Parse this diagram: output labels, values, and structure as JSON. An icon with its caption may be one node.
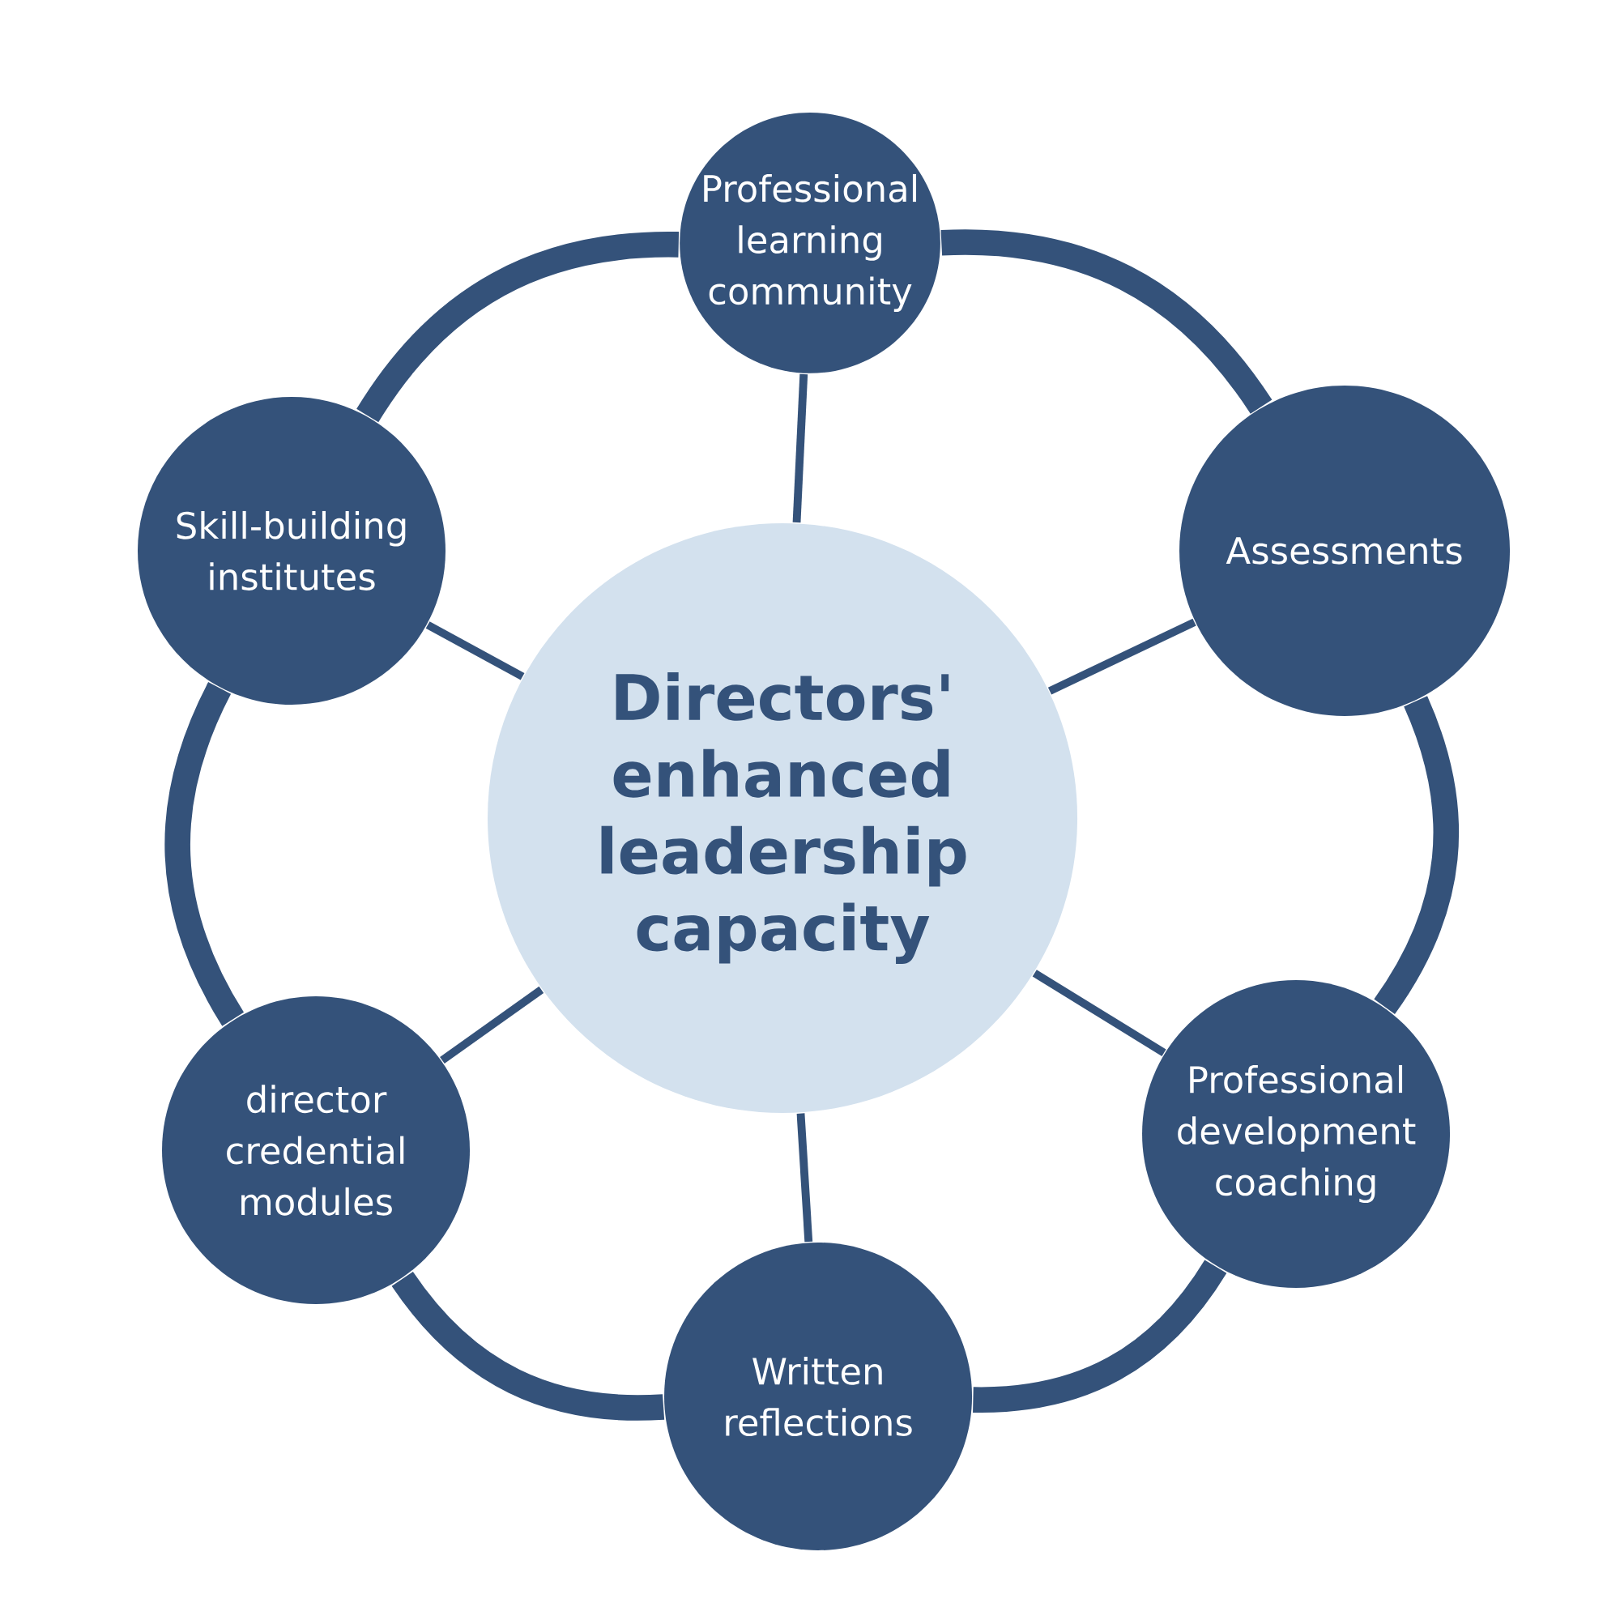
{
  "diagram": {
    "nodes": [
      {
        "text": [
          "Directors' enhanced leadership capacity"
        ]
      },
      {
        "text": [
          "Professional learning community"
        ]
      },
      {
        "text": [
          "Assessments"
        ]
      },
      {
        "text": [
          "Professional development coaching"
        ]
      },
      {
        "text": [
          "Written reflections"
        ]
      },
      {
        "text": [
          "director credential modules"
        ]
      },
      {
        "text": [
          "Skill-building institutes"
        ]
      }
    ],
    "edges": [
      {
        "from": 0,
        "to": 1,
        "arrow": "none"
      },
      {
        "from": 0,
        "to": 2,
        "arrow": "none"
      },
      {
        "from": 0,
        "to": 3,
        "arrow": "none"
      },
      {
        "from": 0,
        "to": 4,
        "arrow": "none"
      },
      {
        "from": 0,
        "to": 5,
        "arrow": "none"
      },
      {
        "from": 0,
        "to": 6,
        "arrow": "none"
      },
      {
        "from": 1,
        "to": 2,
        "arrow": "none",
        "style": "thick"
      },
      {
        "from": 2,
        "to": 3,
        "arrow": "none",
        "style": "thick"
      },
      {
        "from": 3,
        "to": 4,
        "arrow": "none",
        "style": "thick"
      },
      {
        "from": 4,
        "to": 5,
        "arrow": "none",
        "style": "thick"
      },
      {
        "from": 5,
        "to": 6,
        "arrow": "none",
        "style": "thick"
      },
      {
        "from": 6,
        "to": 1,
        "arrow": "none",
        "style": "thick"
      }
    ]
  }
}
